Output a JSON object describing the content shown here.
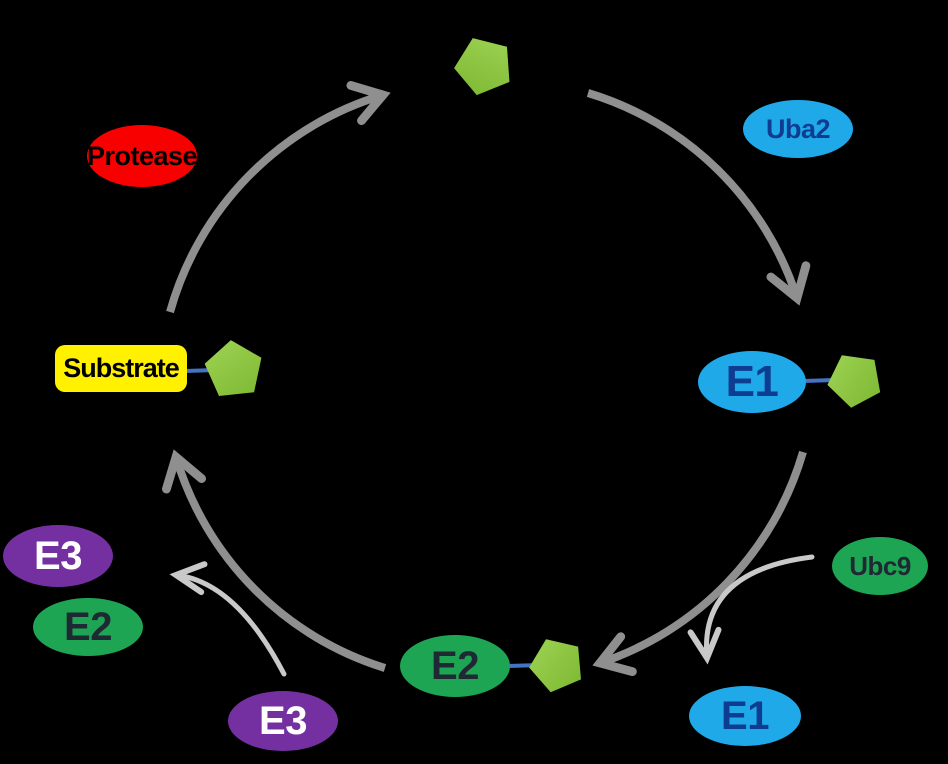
{
  "diagram": {
    "background": "#000000",
    "cycle": {
      "arc_color": "#8F8F8F",
      "thin_arrow_color": "#C9C9C9",
      "connector_color": "#4472C4"
    },
    "pentagon": {
      "color_light": "#9ED455",
      "color_dark": "#7EB832"
    },
    "nodes": {
      "protease": {
        "label": "Protease",
        "fill": "#F80000",
        "text_color": "#000000"
      },
      "uba2": {
        "label": "Uba2",
        "fill": "#1FA9E8",
        "text_color": "#0D3D91"
      },
      "e1_right": {
        "label": "E1",
        "fill": "#1FA9E8",
        "text_color": "#0D3D91"
      },
      "ubc9": {
        "label": "Ubc9",
        "fill": "#1EA553",
        "text_color": "#1F2933"
      },
      "e1_bottom": {
        "label": "E1",
        "fill": "#1FA9E8",
        "text_color": "#0D3D91"
      },
      "e2_bottom": {
        "label": "E2",
        "fill": "#1EA553",
        "text_color": "#1F2933"
      },
      "e3_bottom": {
        "label": "E3",
        "fill": "#7430A0",
        "text_color": "#FFFFFF"
      },
      "e2_left": {
        "label": "E2",
        "fill": "#1EA553",
        "text_color": "#1F2933"
      },
      "e3_left": {
        "label": "E3",
        "fill": "#7430A0",
        "text_color": "#FFFFFF"
      },
      "substrate": {
        "label": "Substrate",
        "fill": "#FFF100",
        "text_color": "#000000"
      }
    }
  }
}
